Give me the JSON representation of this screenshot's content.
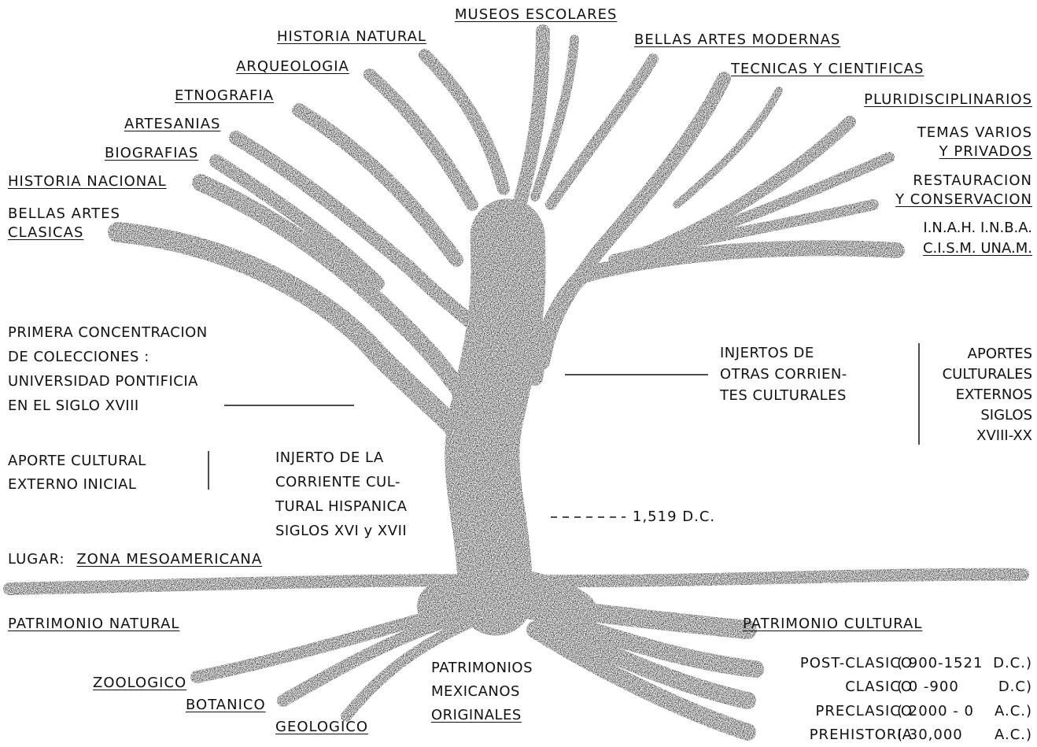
{
  "branches": {
    "museos_escolares": "MUSEOS ESCOLARES",
    "historia_natural": "HISTORIA NATURAL",
    "arqueologia": "ARQUEOLOGIA",
    "etnografia": "ETNOGRAFIA",
    "artesanias": "ARTESANIAS",
    "biografias": "BIOGRAFIAS",
    "historia_nacional": "HISTORIA NACIONAL",
    "bellas_artes_clasicas": [
      "BELLAS ARTES",
      "CLASICAS"
    ],
    "bellas_artes_modernas": "BELLAS ARTES MODERNAS",
    "tecnicas_cientificas": "TECNICAS Y CIENTIFICAS",
    "pluridisciplinarios": "PLURIDISCIPLINARIOS",
    "temas_varios": [
      "TEMAS VARIOS",
      "Y PRIVADOS"
    ],
    "restauracion": [
      "RESTAURACION",
      "Y CONSERVACION"
    ],
    "instituciones": [
      "I.N.A.H. I.N.B.A.",
      "C.I.S.M. UNA.M."
    ]
  },
  "annotations": {
    "primera_concentracion": [
      "PRIMERA CONCENTRACION",
      "DE COLECCIONES :",
      "UNIVERSIDAD PONTIFICIA",
      "EN EL SIGLO XVIII"
    ],
    "injertos_otras": [
      "INJERTOS DE",
      "OTRAS CORRIEN-",
      "TES CULTURALES"
    ],
    "aportes_externos": [
      "APORTES",
      "CULTURALES",
      "EXTERNOS",
      "SIGLOS",
      "XVIII-XX"
    ],
    "aporte_inicial": [
      "APORTE CULTURAL",
      "EXTERNO INICIAL"
    ],
    "injerto_hispanica": [
      "INJERTO DE LA",
      "CORRIENTE CUL-",
      "TURAL HISPANICA",
      "SIGLOS XVI y XVII"
    ],
    "fecha": "1,519 D.C.",
    "lugar_prefix": "LUGAR:",
    "lugar_value": "ZONA MESOAMERICANA"
  },
  "roots": {
    "patrimonio_natural": "PATRIMONIO NATURAL",
    "patrimonio_cultural": "PATRIMONIO CULTURAL",
    "zoologico": "ZOOLOGICO",
    "botanico": "BOTANICO",
    "geologico": "GEOLOGICO",
    "patrimonios_mexicanos": [
      "PATRIMONIOS",
      "MEXICANOS",
      "ORIGINALES"
    ],
    "periods": [
      {
        "name": "POST-CLASICO",
        "range": "( 900-1521",
        "era": "D.C.)"
      },
      {
        "name": "CLASICO",
        "range": "( 0 -900",
        "era": "D.C)"
      },
      {
        "name": "PRECLASICO",
        "range": "( 2000 - 0",
        "era": "A.C.)"
      },
      {
        "name": "PREHISTORIA",
        "range": "( 30,000",
        "era": "A.C.)"
      }
    ]
  },
  "colors": {
    "ink": "#111111",
    "background": "#ffffff"
  }
}
